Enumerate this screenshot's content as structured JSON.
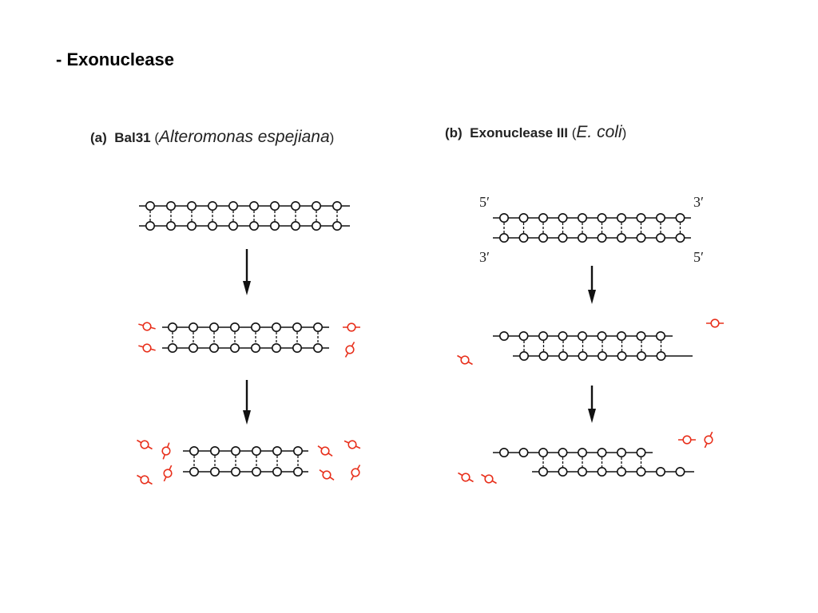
{
  "title": "- Exonuclease",
  "panel_a": {
    "letter": "(a)",
    "enzyme": "Bal31",
    "organism": "Alteromonas espejiana"
  },
  "panel_b": {
    "letter": "(b)",
    "enzyme": "Exonuclease III",
    "organism": "E. coli",
    "end_labels": {
      "top_left": "5′",
      "top_right": "3′",
      "bottom_left": "3′",
      "bottom_right": "5′"
    }
  },
  "colors": {
    "dna": "#111111",
    "nucleotide_released": "#e8301c",
    "arrow": "#111111"
  },
  "icons": [
    "nucleotide-circle-icon",
    "released-nucleotide-icon",
    "down-arrow-icon"
  ]
}
